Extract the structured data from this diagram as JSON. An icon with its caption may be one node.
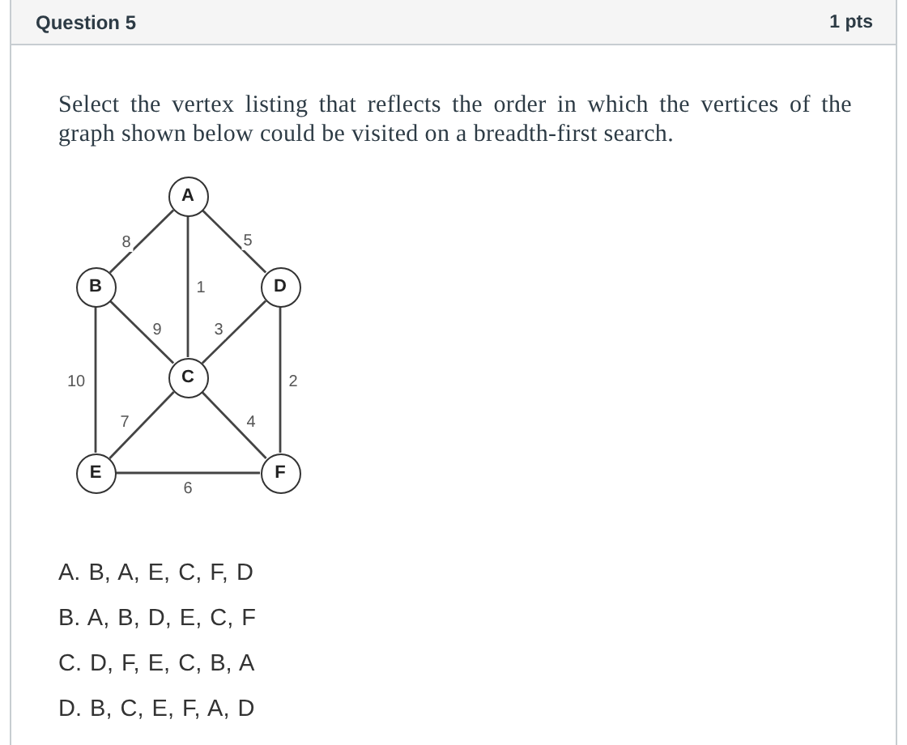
{
  "diagram": {
    "title": "Question 5",
    "nodes": [
      {
        "text": [
          "A"
        ]
      },
      {
        "text": [
          "B"
        ]
      },
      {
        "text": [
          "D"
        ]
      },
      {
        "text": [
          "C"
        ]
      },
      {
        "text": [
          "E"
        ]
      },
      {
        "text": [
          "F"
        ]
      }
    ],
    "edges": [
      {
        "from": 0,
        "to": 1,
        "arrow": "none",
        "label": "8"
      },
      {
        "from": 0,
        "to": 3,
        "arrow": "none",
        "label": "1"
      },
      {
        "from": 0,
        "to": 2,
        "arrow": "none",
        "label": "5"
      },
      {
        "from": 1,
        "to": 3,
        "arrow": "none",
        "label": "9"
      },
      {
        "from": 2,
        "to": 3,
        "arrow": "none",
        "label": "3"
      },
      {
        "from": 1,
        "to": 4,
        "arrow": "none",
        "label": "10"
      },
      {
        "from": 2,
        "to": 5,
        "arrow": "none",
        "label": "2"
      },
      {
        "from": 3,
        "to": 4,
        "arrow": "none",
        "label": "7"
      },
      {
        "from": 3,
        "to": 5,
        "arrow": "none",
        "label": "4"
      },
      {
        "from": 4,
        "to": 5,
        "arrow": "none",
        "label": "6"
      }
    ],
    "labels": [
      "1 pts",
      "Select the vertex listing that reflects the order in which the vertices of the graph shown below could be visited on a breadth-first search.",
      "A. B, A, E, C, F, D",
      "B. A, B, D, E, C, F",
      "C. D, F, E, C, B, A",
      "D. B, C, E, F, A, D"
    ]
  }
}
